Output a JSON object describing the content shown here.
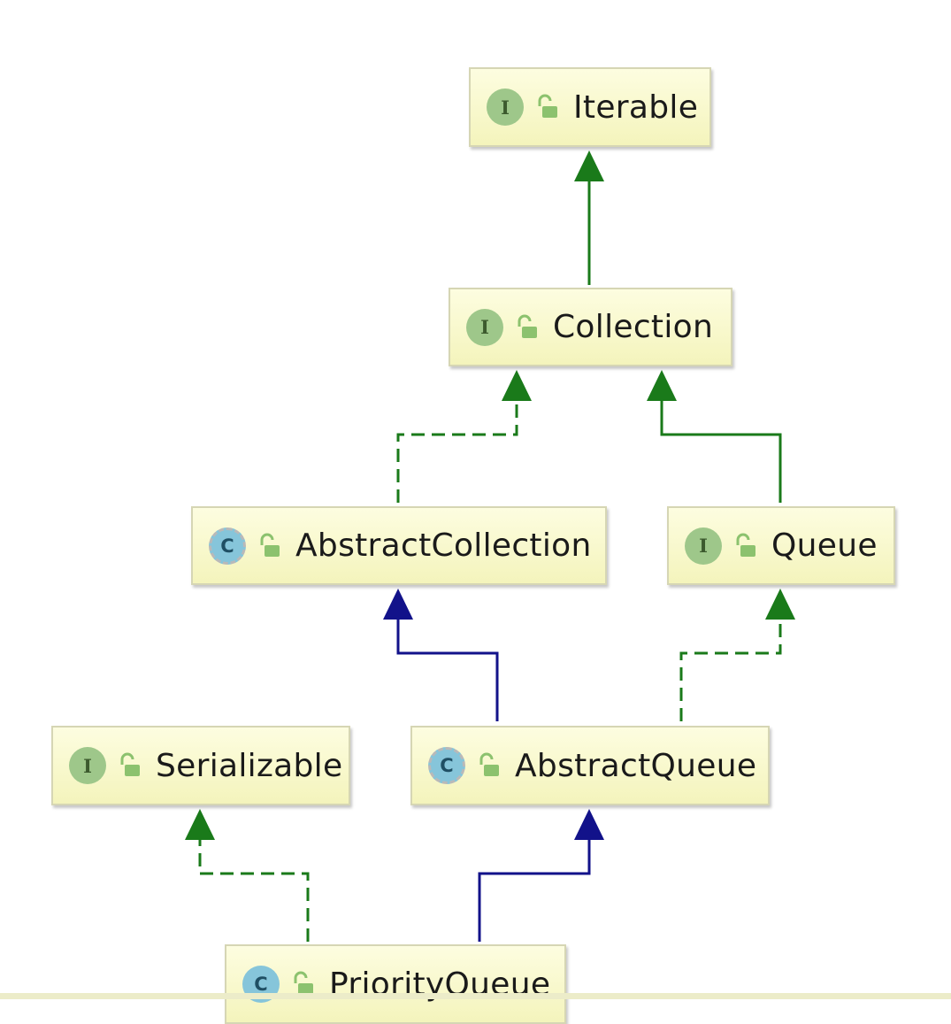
{
  "nodes": [
    {
      "id": "iterable",
      "name": "Iterable",
      "kind": "interface",
      "badge": "I"
    },
    {
      "id": "collection",
      "name": "Collection",
      "kind": "interface",
      "badge": "I"
    },
    {
      "id": "abstract_collection",
      "name": "AbstractCollection",
      "kind": "abstract-class",
      "badge": "C"
    },
    {
      "id": "queue",
      "name": "Queue",
      "kind": "interface",
      "badge": "I"
    },
    {
      "id": "serializable",
      "name": "Serializable",
      "kind": "interface",
      "badge": "I"
    },
    {
      "id": "abstract_queue",
      "name": "AbstractQueue",
      "kind": "abstract-class",
      "badge": "C"
    },
    {
      "id": "priority_queue",
      "name": "PriorityQueue",
      "kind": "class",
      "badge": "C"
    }
  ],
  "edges": [
    {
      "from": "collection",
      "to": "iterable",
      "type": "extends-interface",
      "style": "solid",
      "color": "#1a7a1a"
    },
    {
      "from": "abstract_collection",
      "to": "collection",
      "type": "implements",
      "style": "dashed",
      "color": "#1a7a1a"
    },
    {
      "from": "queue",
      "to": "collection",
      "type": "extends-interface",
      "style": "solid",
      "color": "#1a7a1a"
    },
    {
      "from": "abstract_queue",
      "to": "abstract_collection",
      "type": "extends-class",
      "style": "solid",
      "color": "#12128a"
    },
    {
      "from": "abstract_queue",
      "to": "queue",
      "type": "implements",
      "style": "dashed",
      "color": "#1a7a1a"
    },
    {
      "from": "priority_queue",
      "to": "serializable",
      "type": "implements",
      "style": "dashed",
      "color": "#1a7a1a"
    },
    {
      "from": "priority_queue",
      "to": "abstract_queue",
      "type": "extends-class",
      "style": "solid",
      "color": "#12128a"
    }
  ],
  "colors": {
    "node_fill": "#f8f8cc",
    "interface_badge": "#9ec78a",
    "class_badge": "#86c5da",
    "implements_arrow": "#1a7a1a",
    "extends_arrow": "#12128a"
  },
  "icons": {
    "visibility": "unlocked-padlock-icon"
  }
}
